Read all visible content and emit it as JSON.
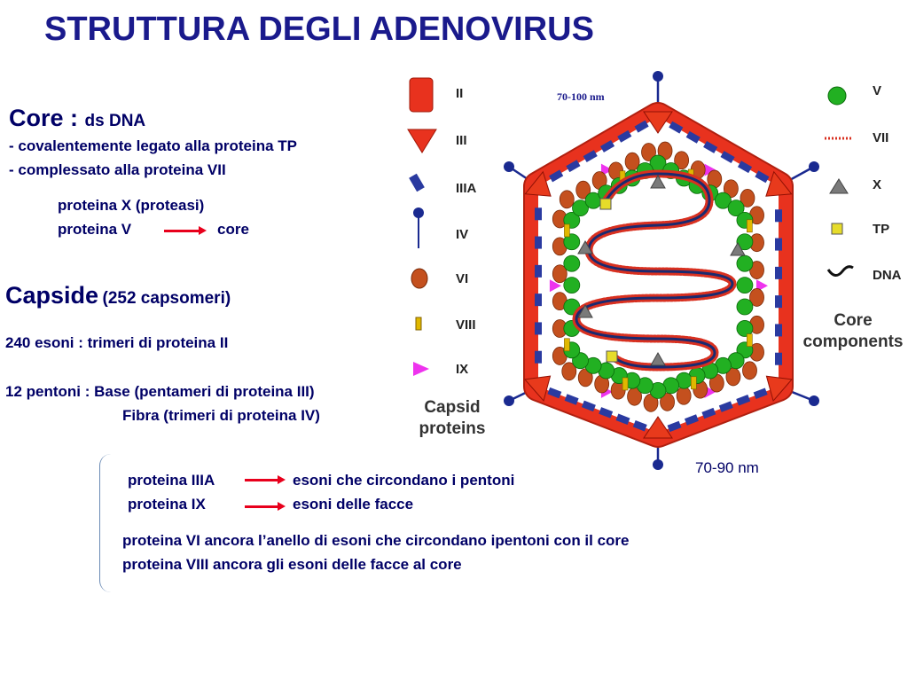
{
  "title": "STRUTTURA DEGLI ADENOVIRUS",
  "core": {
    "heading": "Core :",
    "subheading": "ds DNA",
    "line1": "- covalentemente legato alla proteina TP",
    "line2": "- complessato alla proteina VII",
    "protein_x": "proteina X (proteasi)",
    "protein_v": "proteina V",
    "protein_v_target": "core"
  },
  "capsid": {
    "heading": "Capside",
    "subheading": "(252 capsomeri)",
    "hexons": "240 esoni   : trimeri di proteina II",
    "pentons_line1": "12 pentoni : Base (pentameri di proteina III)",
    "pentons_line2": "Fibra (trimeri di proteina IV)"
  },
  "bracket_notes": {
    "iiia_label": "proteina IIIA",
    "iiia_text": "esoni che circondano i pentoni",
    "ix_label": "proteina IX",
    "ix_text": "esoni delle facce",
    "vi_line": "proteina VI  ancora l’anello di esoni che circondano ipentoni  con il core",
    "viii_line": "proteina VIII ancora  gli esoni delle facce al core"
  },
  "diagram": {
    "size_top": "70-100 nm",
    "size_bottom": "70-90 nm",
    "capsid_legend": [
      "II",
      "III",
      "IIIA",
      "IV",
      "VI",
      "VIII",
      "IX"
    ],
    "capsid_caption_1": "Capsid",
    "capsid_caption_2": "proteins",
    "core_legend": [
      "V",
      "VII",
      "X",
      "TP",
      "DNA"
    ],
    "core_caption_1": "Core",
    "core_caption_2": "components"
  },
  "colors": {
    "title": "#1a1a8c",
    "hexon": "#e8321e",
    "protein_iiia": "#2a3aa0",
    "protein_v": "#22b022",
    "protein_vi": "#c4501e",
    "protein_viii": "#e0b800",
    "protein_ix": "#ee33ee",
    "fiber": "#1a2a90",
    "dna": "#1a2a70",
    "arrow": "#e8001c"
  }
}
